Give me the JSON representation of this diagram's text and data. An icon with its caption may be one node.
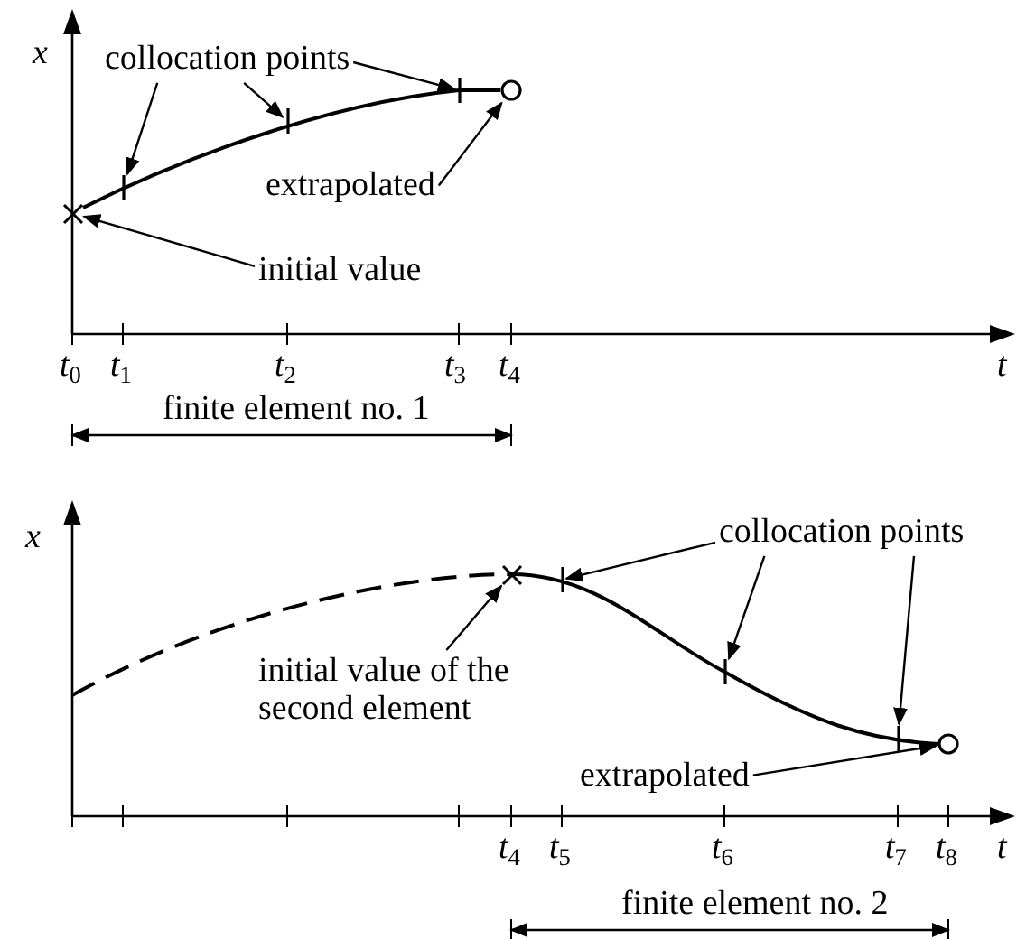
{
  "diagram": {
    "nodes": [
      {
        "text": [
          "collocation points"
        ]
      },
      {
        "text": [
          "extrapolated"
        ]
      },
      {
        "text": [
          "initial value"
        ]
      },
      {
        "text": [
          "collocation points"
        ]
      },
      {
        "text": [
          "initial value of the second element"
        ]
      },
      {
        "text": [
          "extrapolated"
        ]
      },
      {
        "text": [],
        "shape": "cross"
      },
      {
        "text": [],
        "shape": "bar"
      },
      {
        "text": [],
        "shape": "bar"
      },
      {
        "text": [],
        "shape": "bar"
      },
      {
        "text": [],
        "shape": "circle"
      },
      {
        "text": [],
        "shape": "cross"
      },
      {
        "text": [],
        "shape": "bar"
      },
      {
        "text": [],
        "shape": "bar"
      },
      {
        "text": [],
        "shape": "bar"
      },
      {
        "text": [],
        "shape": "circle"
      }
    ],
    "edges": [
      {
        "from": 0,
        "to": 7,
        "arrow": "to"
      },
      {
        "from": 0,
        "to": 8,
        "arrow": "to"
      },
      {
        "from": 0,
        "to": 9,
        "arrow": "to"
      },
      {
        "from": 1,
        "to": 10,
        "arrow": "to"
      },
      {
        "from": 2,
        "to": 6,
        "arrow": "to"
      },
      {
        "from": 3,
        "to": 12,
        "arrow": "to"
      },
      {
        "from": 3,
        "to": 13,
        "arrow": "to"
      },
      {
        "from": 3,
        "to": 14,
        "arrow": "to"
      },
      {
        "from": 4,
        "to": 11,
        "arrow": "to"
      },
      {
        "from": 5,
        "to": 15,
        "arrow": "to"
      }
    ],
    "labels": [
      "x",
      "*t*$_{0}$",
      "*t*$_{1}$",
      "*t*$_{2}$",
      "*t*$_{3}$",
      "*t*$_{4}$",
      "t",
      "finite element no. 1",
      "x",
      "*t*$_{4}$",
      "*t*$_{5}$",
      "*t*$_{6}$",
      "*t*$_{7}$",
      "*t*$_{8}$",
      "t",
      "finite element no. 2"
    ]
  }
}
